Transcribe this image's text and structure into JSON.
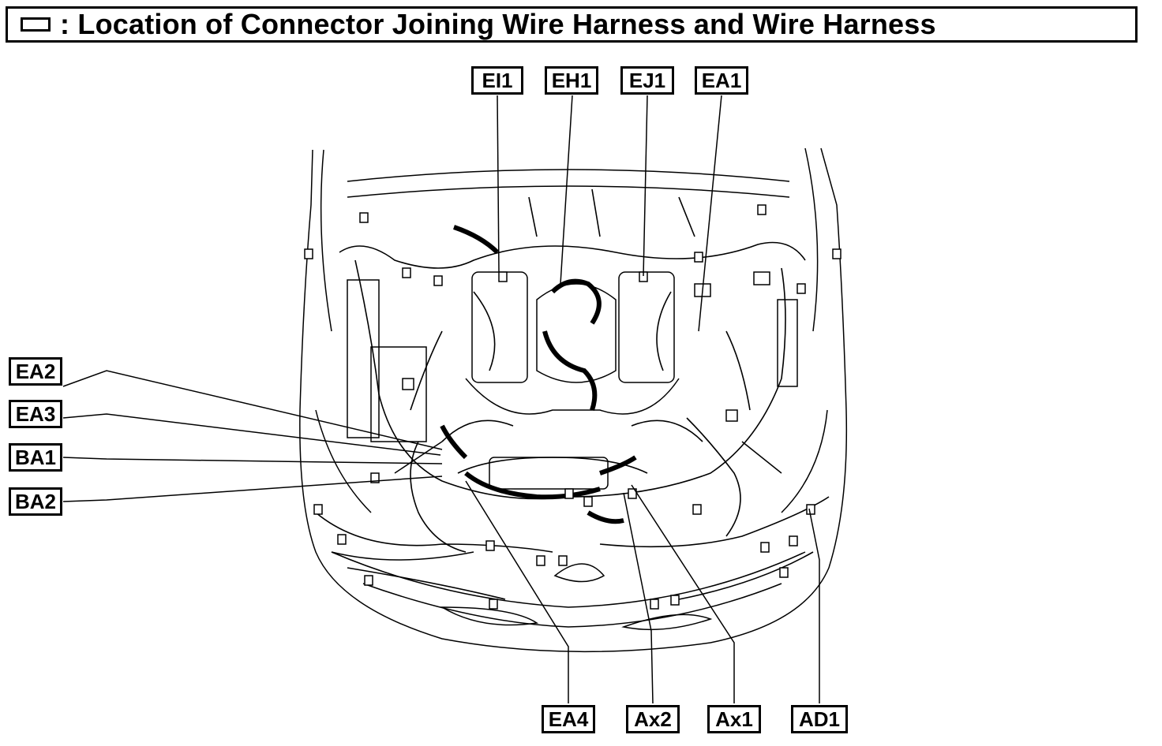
{
  "title": {
    "text": ": Location of Connector Joining Wire Harness and Wire Harness",
    "icon": "connector-box-symbol"
  },
  "callouts": {
    "top": [
      "EI1",
      "EH1",
      "EJ1",
      "EA1"
    ],
    "left": [
      "EA2",
      "EA3",
      "BA1",
      "BA2"
    ],
    "bottom": [
      "EA4",
      "Ax2",
      "Ax1",
      "AD1"
    ]
  },
  "colors": {
    "ink": "#000000",
    "background": "#ffffff"
  }
}
